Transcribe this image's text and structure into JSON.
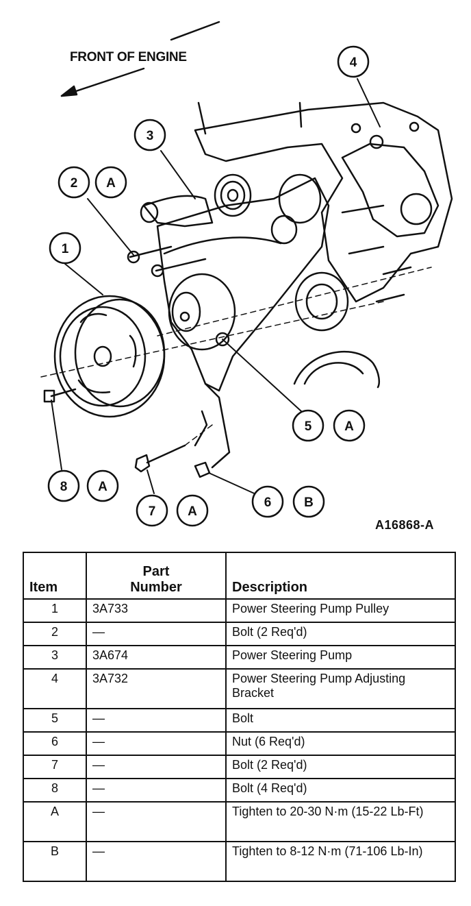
{
  "figure": {
    "direction_label": "FRONT OF ENGINE",
    "figure_id": "A16868-A",
    "callouts": [
      {
        "number": "1",
        "spec": ""
      },
      {
        "number": "2",
        "spec": "A"
      },
      {
        "number": "3",
        "spec": ""
      },
      {
        "number": "4",
        "spec": ""
      },
      {
        "number": "5",
        "spec": "A"
      },
      {
        "number": "6",
        "spec": "B"
      },
      {
        "number": "7",
        "spec": "A"
      },
      {
        "number": "8",
        "spec": "A"
      }
    ]
  },
  "table": {
    "headers": {
      "item": "Item",
      "part_line1": "Part",
      "part_line2": "Number",
      "description": "Description"
    },
    "rows": [
      {
        "item": "1",
        "part": "3A733",
        "description": "Power Steering Pump Pulley"
      },
      {
        "item": "2",
        "part": "—",
        "description": "Bolt (2 Req'd)"
      },
      {
        "item": "3",
        "part": "3A674",
        "description": "Power Steering Pump"
      },
      {
        "item": "4",
        "part": "3A732",
        "description": "Power Steering Pump Adjusting Bracket"
      },
      {
        "item": "5",
        "part": "—",
        "description": "Bolt"
      },
      {
        "item": "6",
        "part": "—",
        "description": "Nut (6 Req'd)"
      },
      {
        "item": "7",
        "part": "—",
        "description": "Bolt (2 Req'd)"
      },
      {
        "item": "8",
        "part": "—",
        "description": "Bolt (4 Req'd)"
      },
      {
        "item": "A",
        "part": "—",
        "description": "Tighten to 20-30 N·m (15-22 Lb-Ft)"
      },
      {
        "item": "B",
        "part": "—",
        "description": "Tighten to 8-12 N·m (71-106 Lb-In)"
      }
    ]
  }
}
